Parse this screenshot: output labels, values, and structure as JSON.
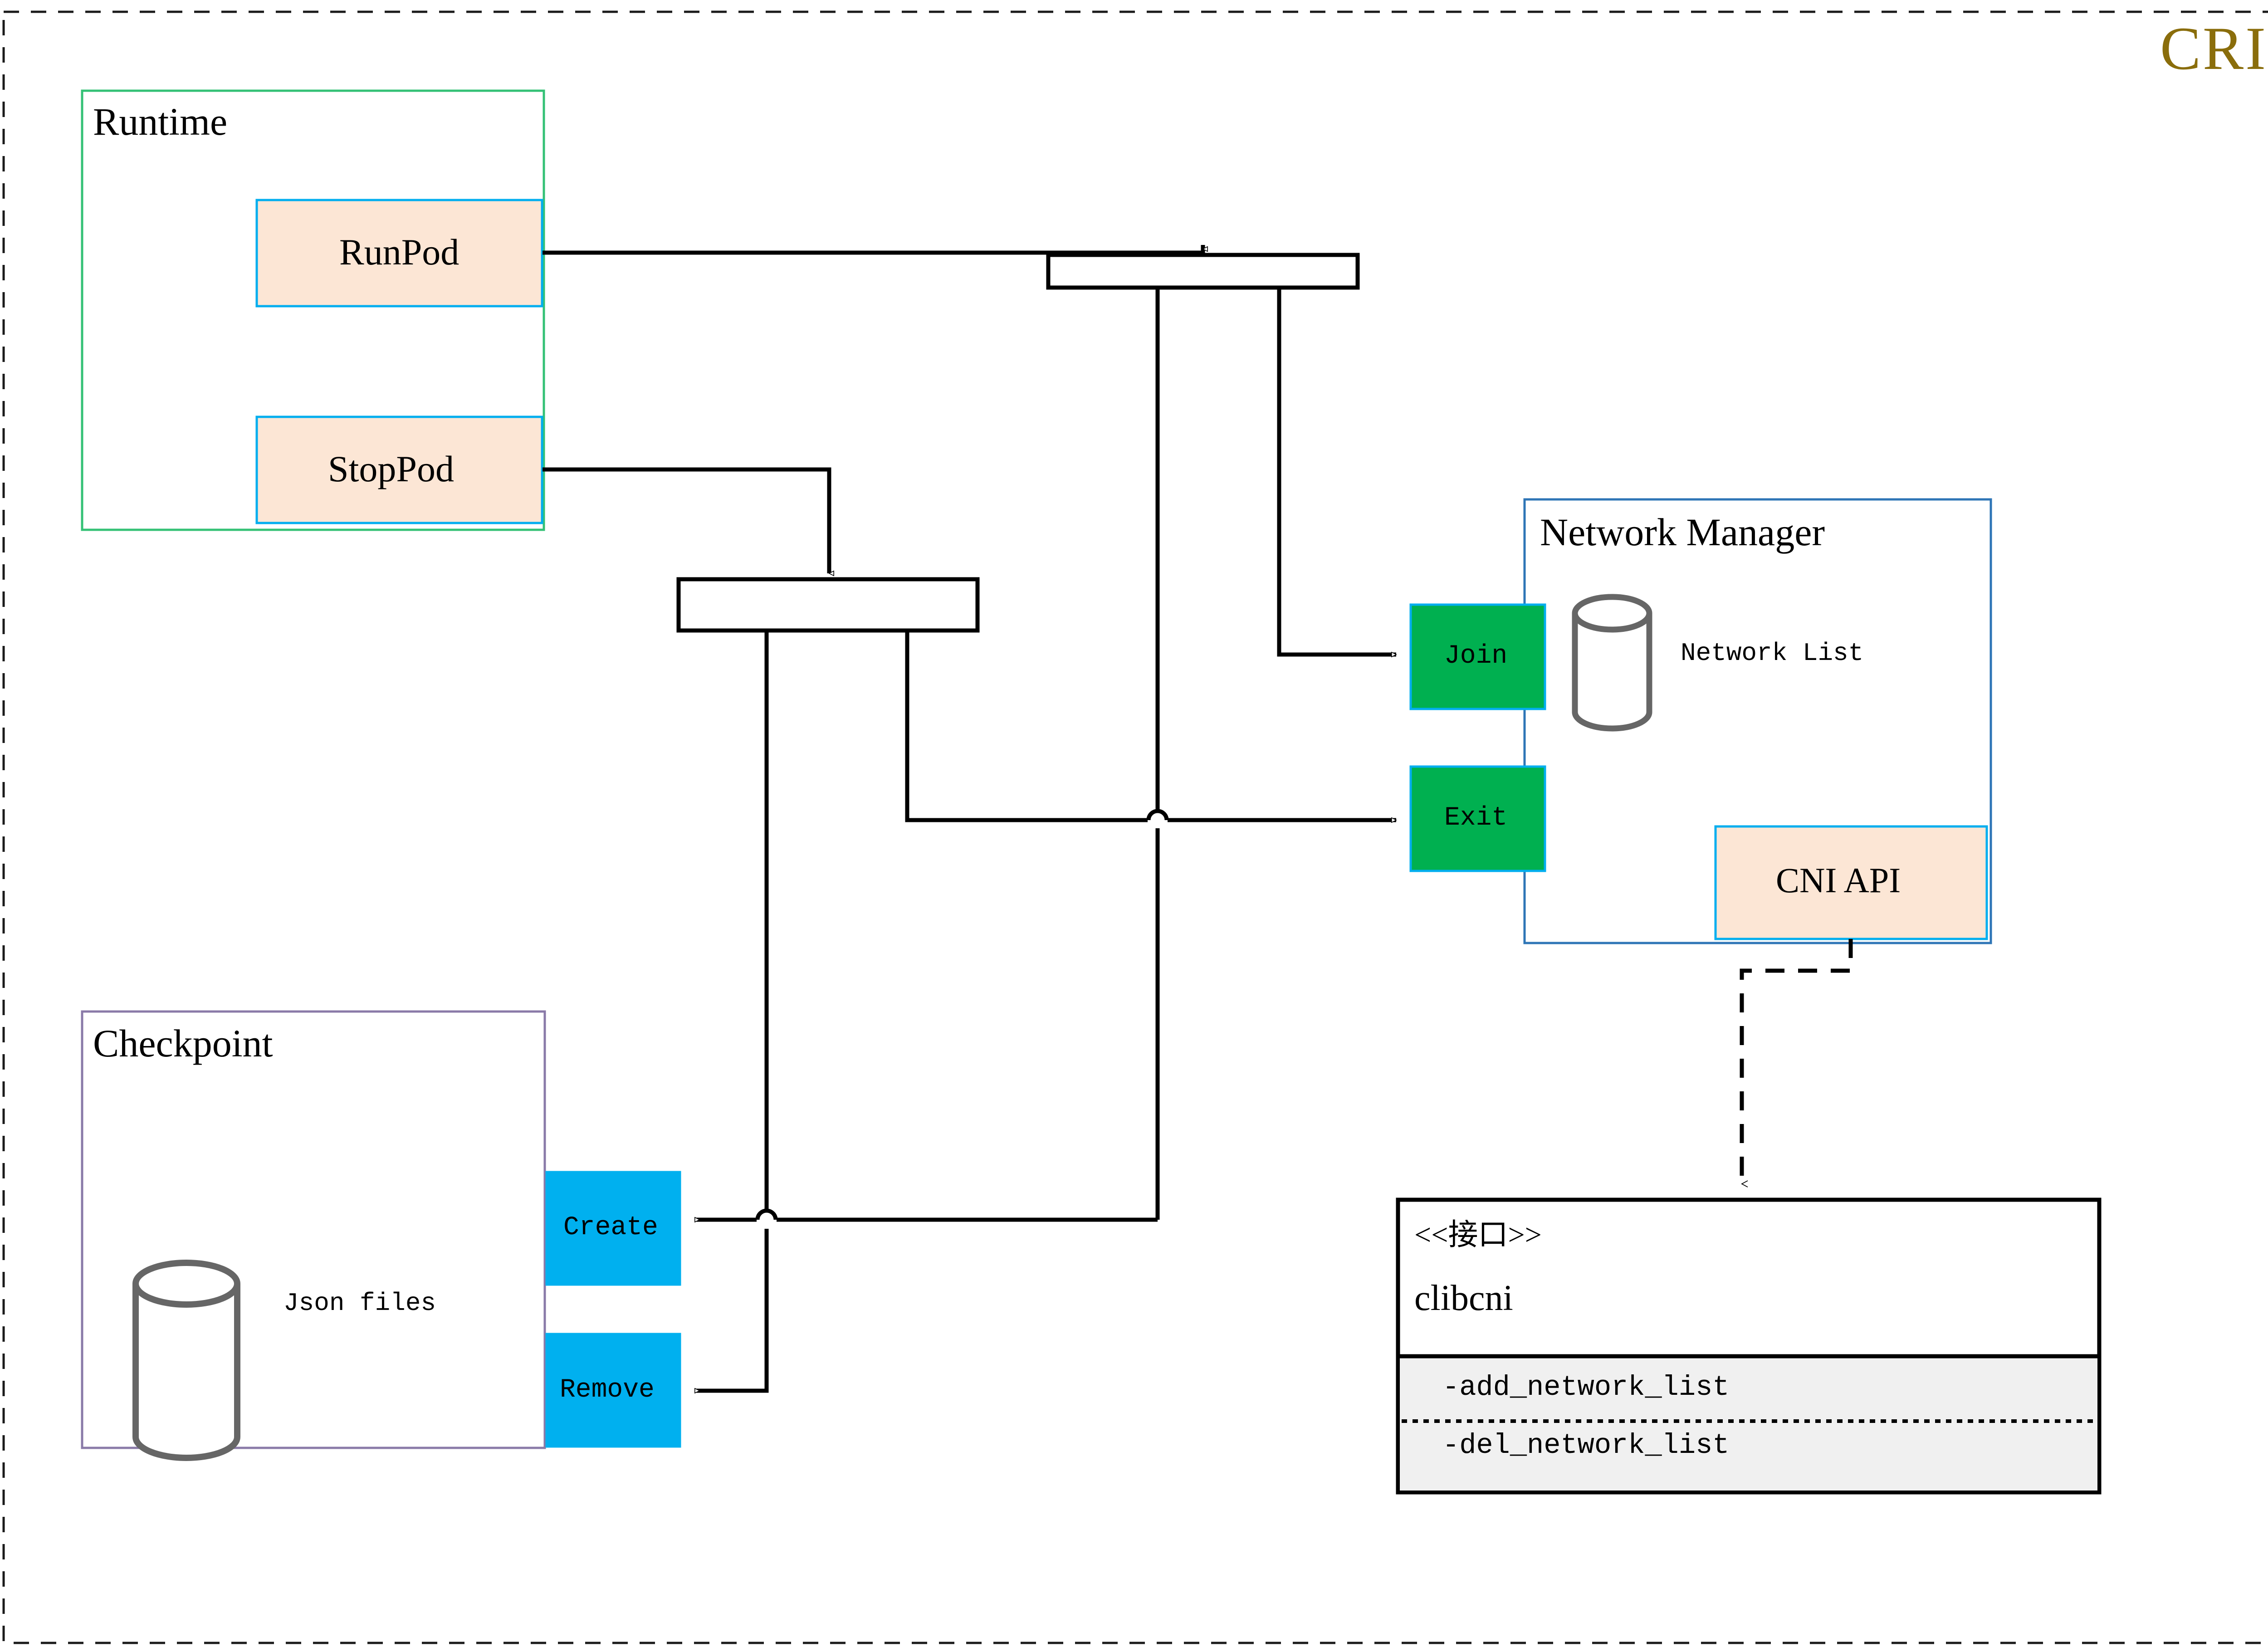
{
  "diagram": {
    "title": "CRI",
    "title_color": "#8a6d0b",
    "outer_border_style": "dashed"
  },
  "colors": {
    "runtime_border": "#34c176",
    "checkpoint_border": "#8a7aa8",
    "network_manager_border": "#2e75b6",
    "pod_box_fill": "#fce6d5",
    "pod_box_border": "#00aeef",
    "action_green": "#00b050",
    "action_cyan": "#00b0ef",
    "cylinder_stroke": "#666666",
    "interface_section_fill": "#f0f0f0",
    "line": "#000000"
  },
  "runtime": {
    "title": "Runtime",
    "operations": [
      {
        "label": "RunPod"
      },
      {
        "label": "StopPod"
      }
    ]
  },
  "checkpoint": {
    "title": "Checkpoint",
    "store_label": "Json files",
    "actions": [
      {
        "label": "Create"
      },
      {
        "label": "Remove"
      }
    ]
  },
  "network_manager": {
    "title": "Network Manager",
    "store_label": "Network List",
    "ports": [
      {
        "label": "Join"
      },
      {
        "label": "Exit"
      }
    ],
    "api_box": {
      "label": "CNI API"
    }
  },
  "interface_box": {
    "stereotype": "<<接口>>",
    "name": "clibcni",
    "methods": [
      {
        "label": "-add_network_list"
      },
      {
        "label": "-del_network_list"
      }
    ]
  },
  "connectors": {
    "runpod_join_label": "",
    "stoppod_exit_label": "",
    "cni_realization_style": "dashed"
  }
}
